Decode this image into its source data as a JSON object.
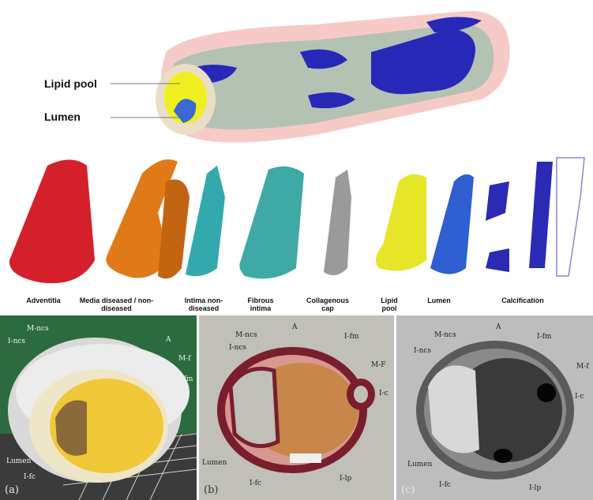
{
  "top_model": {
    "labels": [
      "Lipid pool",
      "Lumen"
    ]
  },
  "components": [
    {
      "key": "adventitia",
      "label": "Adventitia",
      "color": "#d4202a"
    },
    {
      "key": "media",
      "label": "Media diseased / non-diseased",
      "color": "#e07a18"
    },
    {
      "key": "intima",
      "label": "Intima non-diseased",
      "color": "#33a9ad"
    },
    {
      "key": "fibrous",
      "label": "Fibrous intima",
      "color": "#3fa9a6"
    },
    {
      "key": "collagenous",
      "label": "Collagenous cap",
      "color": "#9a9a9a"
    },
    {
      "key": "lipid",
      "label": "Lipid pool",
      "color": "#e6e629"
    },
    {
      "key": "lumen",
      "label": "Lumen",
      "color": "#2f5fd0"
    },
    {
      "key": "calcification",
      "label": "Calcification",
      "color": "#2a2ab5"
    }
  ],
  "panels": {
    "a": {
      "letter": "(a)",
      "labels": {
        "m_ncs": "M-ncs",
        "l_ncs": "I-ncs",
        "a": "A",
        "m_f": "M-f",
        "i_fm": "I-fm",
        "lumen": "Lumen",
        "i_fc": "I-fc"
      }
    },
    "b": {
      "letter": "(b)",
      "labels": {
        "m_ncs": "M-ncs",
        "a": "A",
        "i_ncs": "I-ncs",
        "i_fm": "I-fm",
        "m_f": "M-F",
        "i_c": "I-c",
        "lumen": "Lumen",
        "i_fc": "I-fc",
        "i_lp": "I-lp"
      }
    },
    "c": {
      "letter": "(c)",
      "labels": {
        "m_ncs": "M-ncs",
        "a": "A",
        "i_ncs": "I-ncs",
        "i_fm": "I-fm",
        "m_f": "M-f",
        "i_c": "I-c",
        "lumen": "Lumen",
        "i_fc": "I-fc",
        "i_lp": "I-lp"
      }
    }
  }
}
